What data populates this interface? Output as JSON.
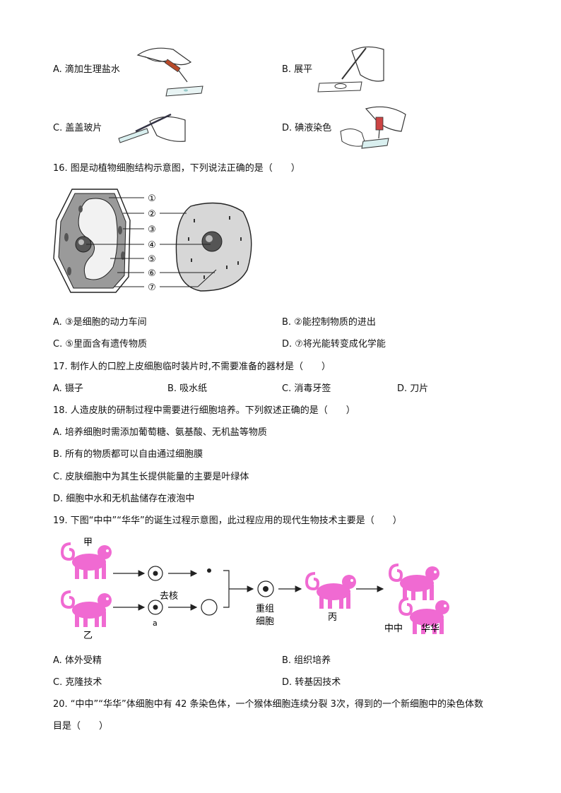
{
  "q15": {
    "options": {
      "a": "A.  滴加生理盐水",
      "b": "B.  展平",
      "c": "C.  盖盖玻片",
      "d": "D.  碘液染色"
    }
  },
  "q16": {
    "stem": "16. 图是动植物细胞结构示意图，下列说法正确的是（　　）",
    "labels": [
      "①",
      "②",
      "③",
      "④",
      "⑤",
      "⑥",
      "⑦"
    ],
    "options": {
      "a": "A. ③是细胞的动力车间",
      "b": "B. ②能控制物质的进出",
      "c": "C. ⑤里面含有遗传物质",
      "d": "D. ⑦将光能转变成化学能"
    }
  },
  "q17": {
    "stem": "17. 制作人的口腔上皮细胞临时装片时,不需要准备的器材是（　　）",
    "options": {
      "a": "A.  镊子",
      "b": "B.  吸水纸",
      "c": "C.  消毒牙签",
      "d": "D.  刀片"
    }
  },
  "q18": {
    "stem": "18. 人造皮肤的研制过程中需要进行细胞培养。下列叙述正确的是（　　）",
    "options": {
      "a": "A.  培养细胞时需添加葡萄糖、氨基酸、无机盐等物质",
      "b": "B.  所有的物质都可以自由通过细胞膜",
      "c": "C.  皮肤细胞中为其生长提供能量的主要是叶绿体",
      "d": "D.  细胞中水和无机盐储存在液泡中"
    }
  },
  "q19": {
    "stem": "19. 下图“中中”“华华”的诞生过程示意图，此过程应用的现代生物技术主要是（　　）",
    "figure": {
      "jia": "甲",
      "yi": "乙",
      "qu_he": "去核",
      "a": "a",
      "chong_zu": "重组",
      "xi_bao": "细胞",
      "bing": "丙",
      "zhongzhong": "中中",
      "huahua": "华华"
    },
    "options": {
      "a": "A.  体外受精",
      "b": "B.  组织培养",
      "c": "C.  克隆技术",
      "d": "D.  转基因技术"
    }
  },
  "q20": {
    "stem_line1": "20. “中中”“华华”体细胞中有 42 条染色体，一个猴体细胞连续分裂 3次，得到的一个新细胞中的染色体数",
    "stem_line2": "目是（　　）"
  },
  "colors": {
    "monkey": "#f06ad2",
    "text": "#111111"
  }
}
